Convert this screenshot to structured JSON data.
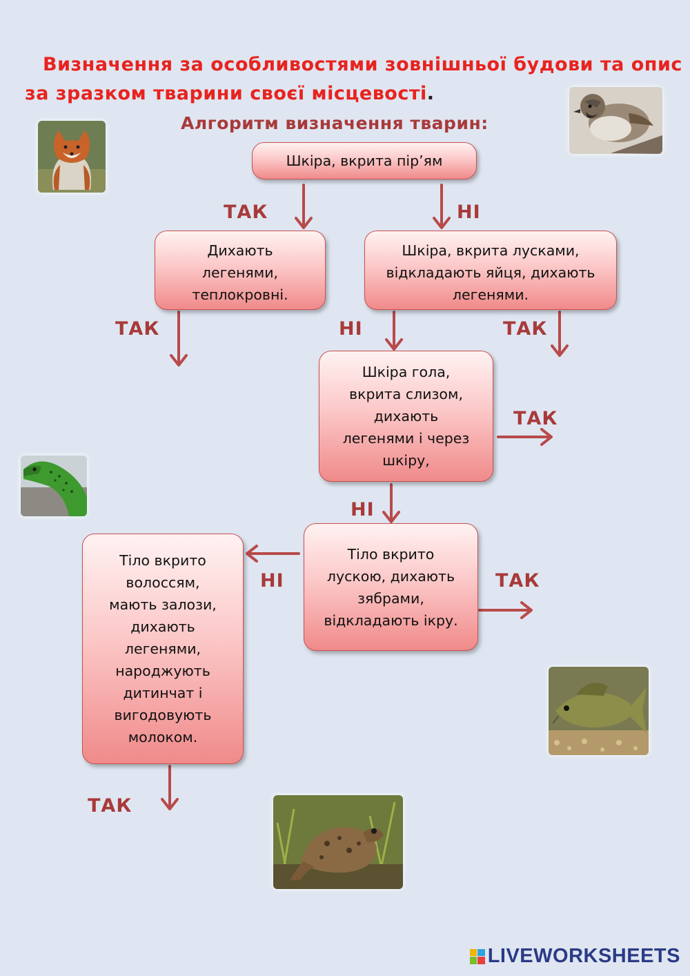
{
  "title": {
    "line1": "Визначення за особливостями зовнішньої будови та опис",
    "line2": "за зразком тварини своєї місцевості",
    "line2_dot": ".",
    "color": "#e8231f"
  },
  "subtitle": "Алгоритм визначення тварин:",
  "nodes": {
    "feathers": "Шкіра, вкрита пір’ям",
    "lungs_warm": "Дихають\nлегенями,\nтеплокровні.",
    "scales_eggs": "Шкіра, вкрита лусками,\nвідкладають яйця, дихають\nлегенями.",
    "naked_skin": "Шкіра гола,\nвкрита слизом,\nдихають\nлегенями і через\nшкіру,",
    "fish": "Тіло вкрито\nлускою, дихають\nзябрами,\nвідкладають ікру.",
    "mammals": "Тіло вкрито\nволоссям,\nмають залози,\nдихають\nлегенями,\nнароджують\nдитинчат і\nвигодовують\nмолоком."
  },
  "labels": {
    "yes": "ТАК",
    "no": "НІ"
  },
  "images": [
    "fox",
    "sparrow",
    "lizard",
    "fish",
    "frog"
  ],
  "brand": "LIVEWORKSHEETS",
  "colors": {
    "arrow": "#b84a4a",
    "label": "#a83a3a",
    "box_border": "#c85050",
    "background": "#dfe6f1",
    "brand": "#2a3a86"
  }
}
